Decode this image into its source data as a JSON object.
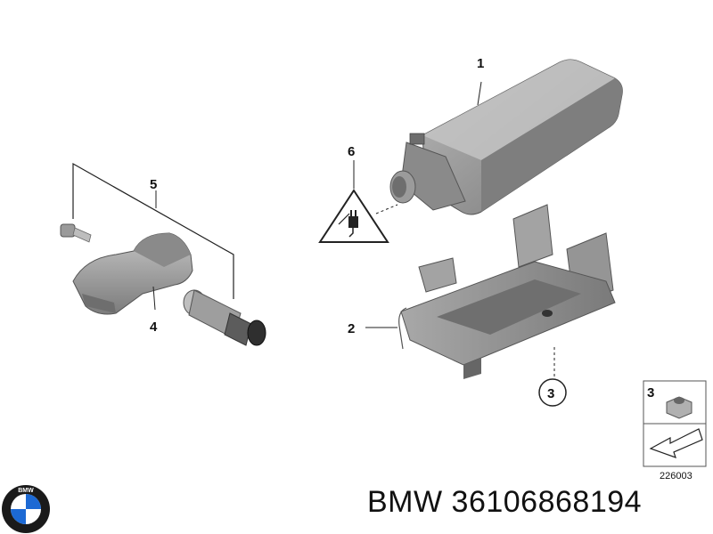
{
  "callouts": {
    "c1": "1",
    "c2": "2",
    "c3": "3",
    "c4": "4",
    "c5": "5",
    "c6": "6"
  },
  "legend": {
    "number": "3",
    "code": "226003"
  },
  "logo": {
    "letters": "BMW"
  },
  "caption": {
    "brand": "BMW",
    "part_number": "36106868194"
  },
  "colors": {
    "part_dark": "#6f6f6f",
    "part_mid": "#8e8e8e",
    "part_light": "#b5b5b5",
    "logo_blue": "#1c69d4"
  },
  "icons": [
    "warning-triangle-icon",
    "plug-icon",
    "bmw-roundel-icon",
    "nut-icon",
    "arrow-icon"
  ]
}
